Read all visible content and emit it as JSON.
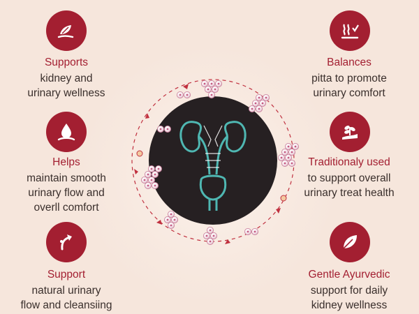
{
  "colors": {
    "accent": "#a31f31",
    "background": "#f6e6dc",
    "core": "#262022",
    "kidney": "#4fb7b2"
  },
  "benefits": [
    {
      "icon": "leaf-hand-icon",
      "title": "Supports",
      "desc1": "kidney and",
      "desc2": "urinary wellness"
    },
    {
      "icon": "water-drop-icon",
      "title": "Helps",
      "desc1": "maintain smooth",
      "desc2": "urinary flow and",
      "desc3": "overll comfort"
    },
    {
      "icon": "flow-arrow-icon",
      "title": "Support",
      "desc1": "natural urinary",
      "desc2": "flow and cleansiing"
    },
    {
      "icon": "heat-waves-icon",
      "title": "Balances",
      "desc1": "pitta to promote",
      "desc2": "urinary comfort"
    },
    {
      "icon": "herb-hand-icon",
      "title": "Traditionaly used",
      "desc1": "to support overall",
      "desc2": "urinary treat health"
    },
    {
      "icon": "leaf-icon",
      "title": "Gentle Ayurvedic",
      "desc1": "support for daily",
      "desc2": "kidney wellness"
    }
  ]
}
